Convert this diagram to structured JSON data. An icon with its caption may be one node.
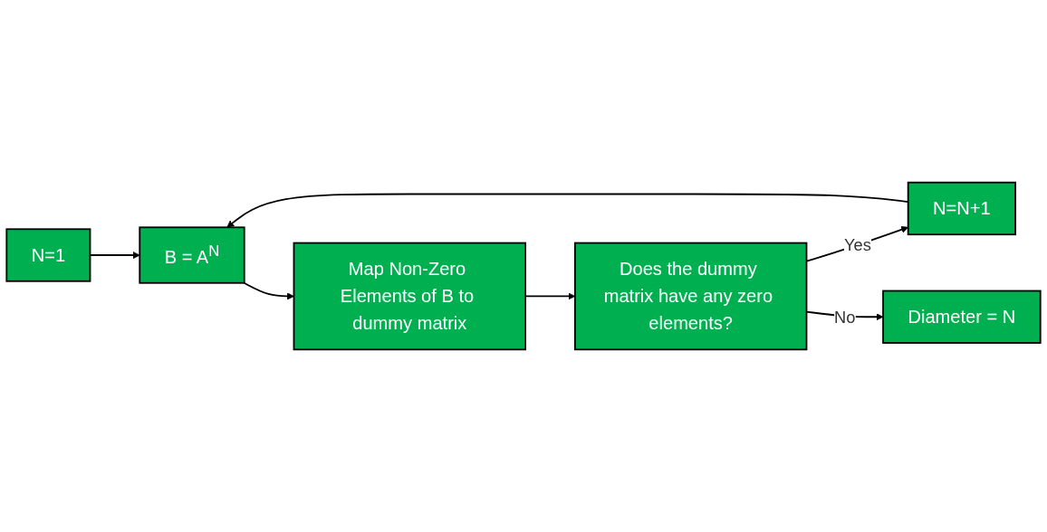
{
  "diagram": {
    "nodes": [
      {
        "text": [
          "N=1"
        ]
      },
      {
        "text": [
          "B = A$^{N}$"
        ]
      },
      {
        "text": [
          "Map Non-Zero Elements of B to dummy matrix"
        ]
      },
      {
        "text": [
          "Does the dummy matrix have any zero elements?"
        ]
      },
      {
        "text": [
          "N=N+1"
        ]
      },
      {
        "text": [
          "Diameter = N"
        ]
      }
    ],
    "edges": [
      {
        "from": 0,
        "to": 1,
        "arrow": "to"
      },
      {
        "from": 1,
        "to": 2,
        "arrow": "to"
      },
      {
        "from": 2,
        "to": 3,
        "arrow": "to"
      },
      {
        "from": 3,
        "to": 4,
        "arrow": "to",
        "label": "Yes"
      },
      {
        "from": 3,
        "to": 5,
        "arrow": "to",
        "label": "No"
      },
      {
        "from": 4,
        "to": 1,
        "arrow": "to"
      }
    ]
  }
}
